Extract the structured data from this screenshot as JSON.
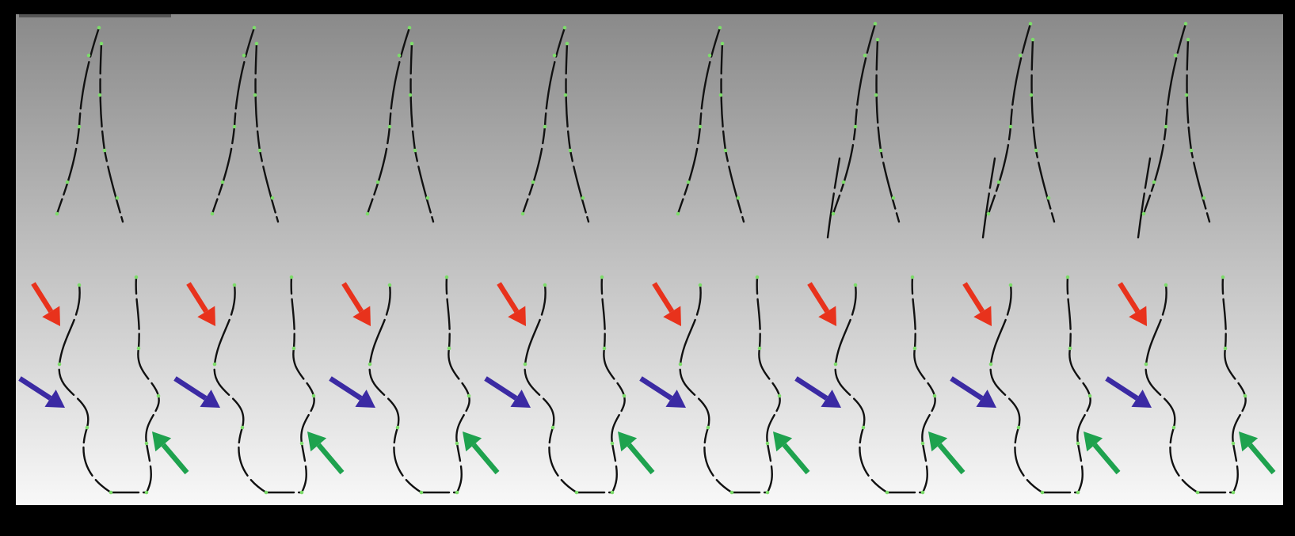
{
  "figure": {
    "description_colors": {
      "background_top": "#8a8a8a",
      "background_bottom": "#f7f7f7",
      "frame": "#000000",
      "curve": "#111111",
      "dot": "#7ddc6a",
      "arrow_red": "#e8321c",
      "arrow_blue": "#3b2aa3",
      "arrow_green": "#1ea24e"
    },
    "panel_count": 8,
    "arrow_colors_per_panel": [
      "red",
      "blue",
      "green"
    ]
  }
}
